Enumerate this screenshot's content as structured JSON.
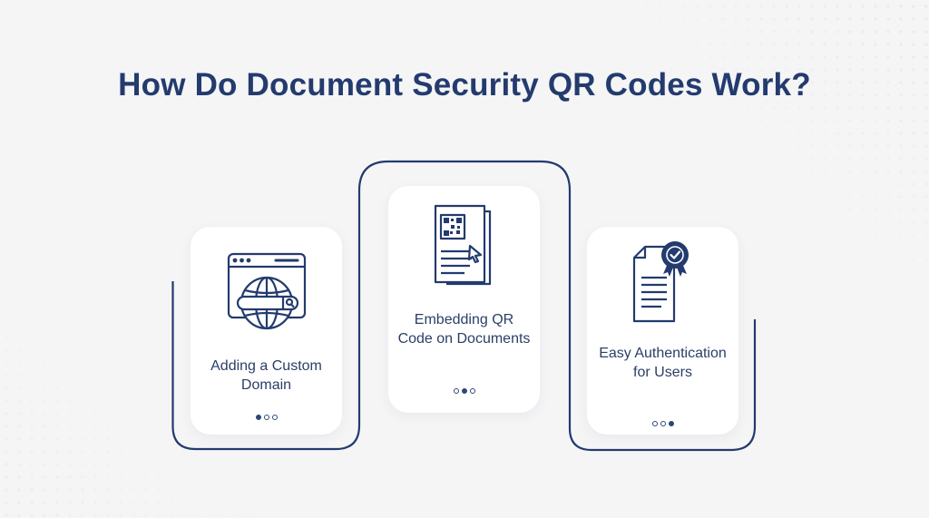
{
  "title": "How Do Document Security QR Codes Work?",
  "colors": {
    "primary": "#233b6e",
    "background": "#f5f5f6",
    "card": "#ffffff"
  },
  "steps": [
    {
      "label": "Adding a Custom Domain",
      "icon": "globe-browser-icon",
      "active_dot": 0
    },
    {
      "label": "Embedding QR Code on Documents",
      "icon": "qr-document-icon",
      "active_dot": 1
    },
    {
      "label": "Easy Authentication for Users",
      "icon": "certificate-badge-icon",
      "active_dot": 2
    }
  ]
}
